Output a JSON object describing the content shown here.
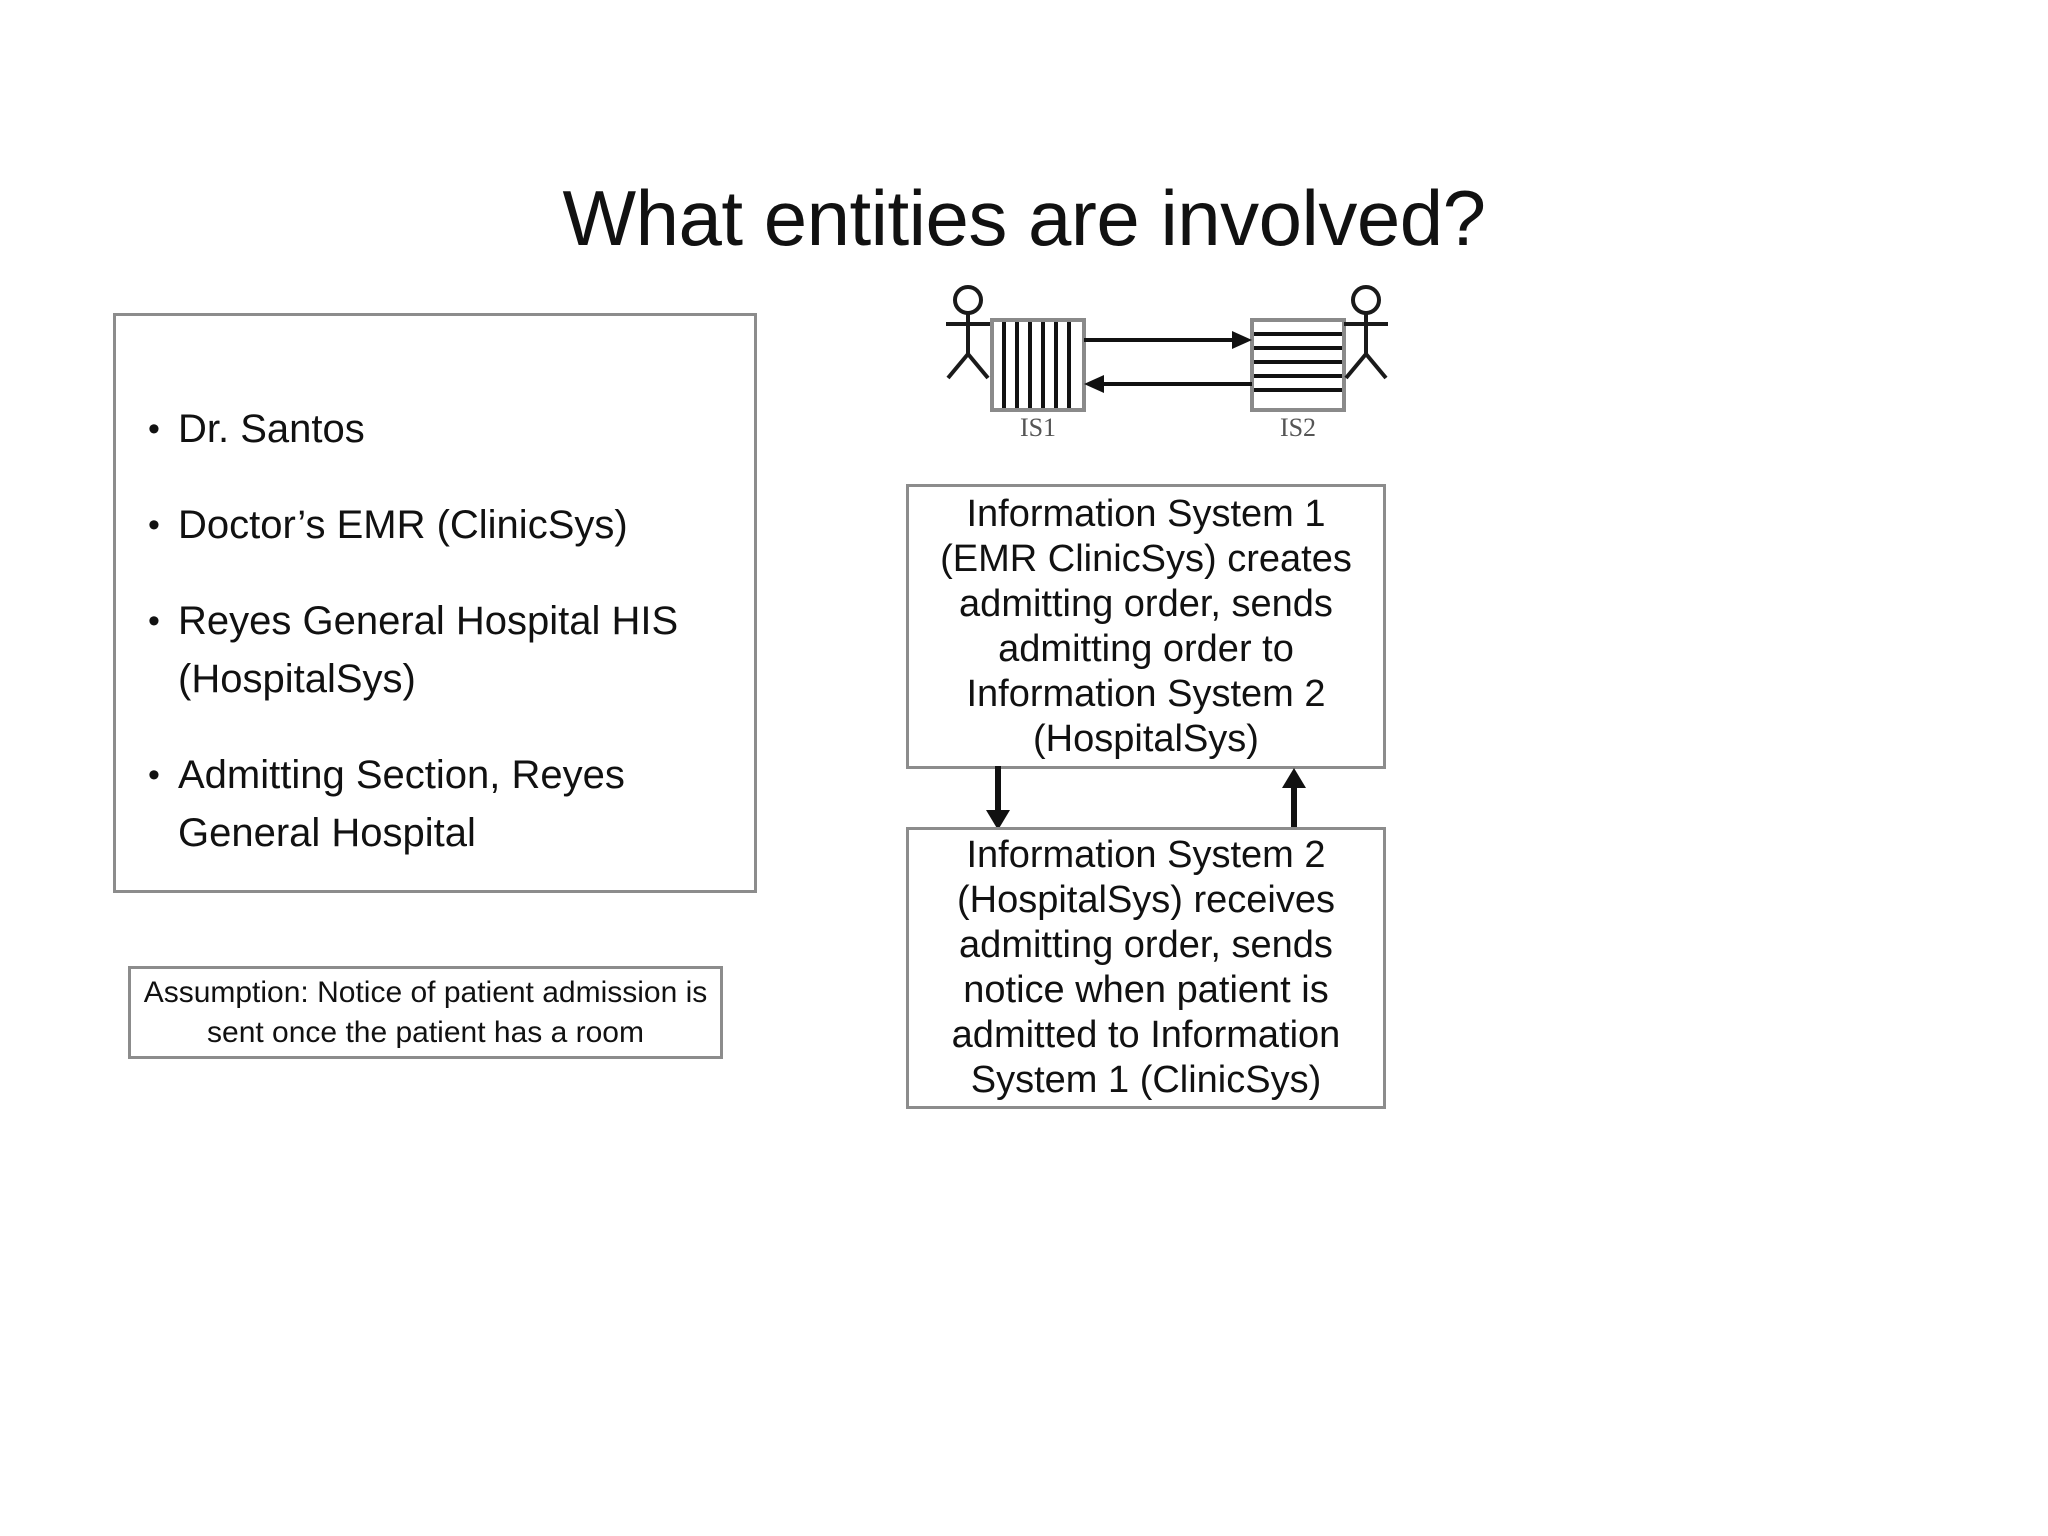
{
  "slide": {
    "title": "What entities are involved?",
    "background_color": "#ffffff",
    "border_color": "#8c8c8c",
    "text_color": "#111111"
  },
  "entities_panel": {
    "bullet_glyph": "•",
    "items": [
      {
        "label": "Dr. Santos"
      },
      {
        "label": "Doctor’s EMR (ClinicSys)"
      },
      {
        "label": "Reyes General Hospital HIS (HospitalSys)"
      },
      {
        "label": "Admitting Section, Reyes General Hospital"
      }
    ]
  },
  "assumption": {
    "text": "Assumption: Notice of patient admission is sent once the patient has a room"
  },
  "interaction_diagram": {
    "left_system_label": "IS1",
    "right_system_label": "IS2",
    "left_actor": "stick-figure-actor",
    "right_actor": "stick-figure-actor",
    "arrow_forward": "arrow-left-to-right",
    "arrow_backward": "arrow-right-to-left"
  },
  "flow": {
    "boxes": [
      {
        "text": "Information System 1 (EMR ClinicSys) creates admitting order, sends admitting order to Information System 2 (HospitalSys)"
      },
      {
        "text": "Information System 2 (HospitalSys) receives admitting order, sends notice when patient is admitted to Information System 1 (ClinicSys)"
      }
    ],
    "connector_down": "arrow-down",
    "connector_up": "arrow-up"
  }
}
